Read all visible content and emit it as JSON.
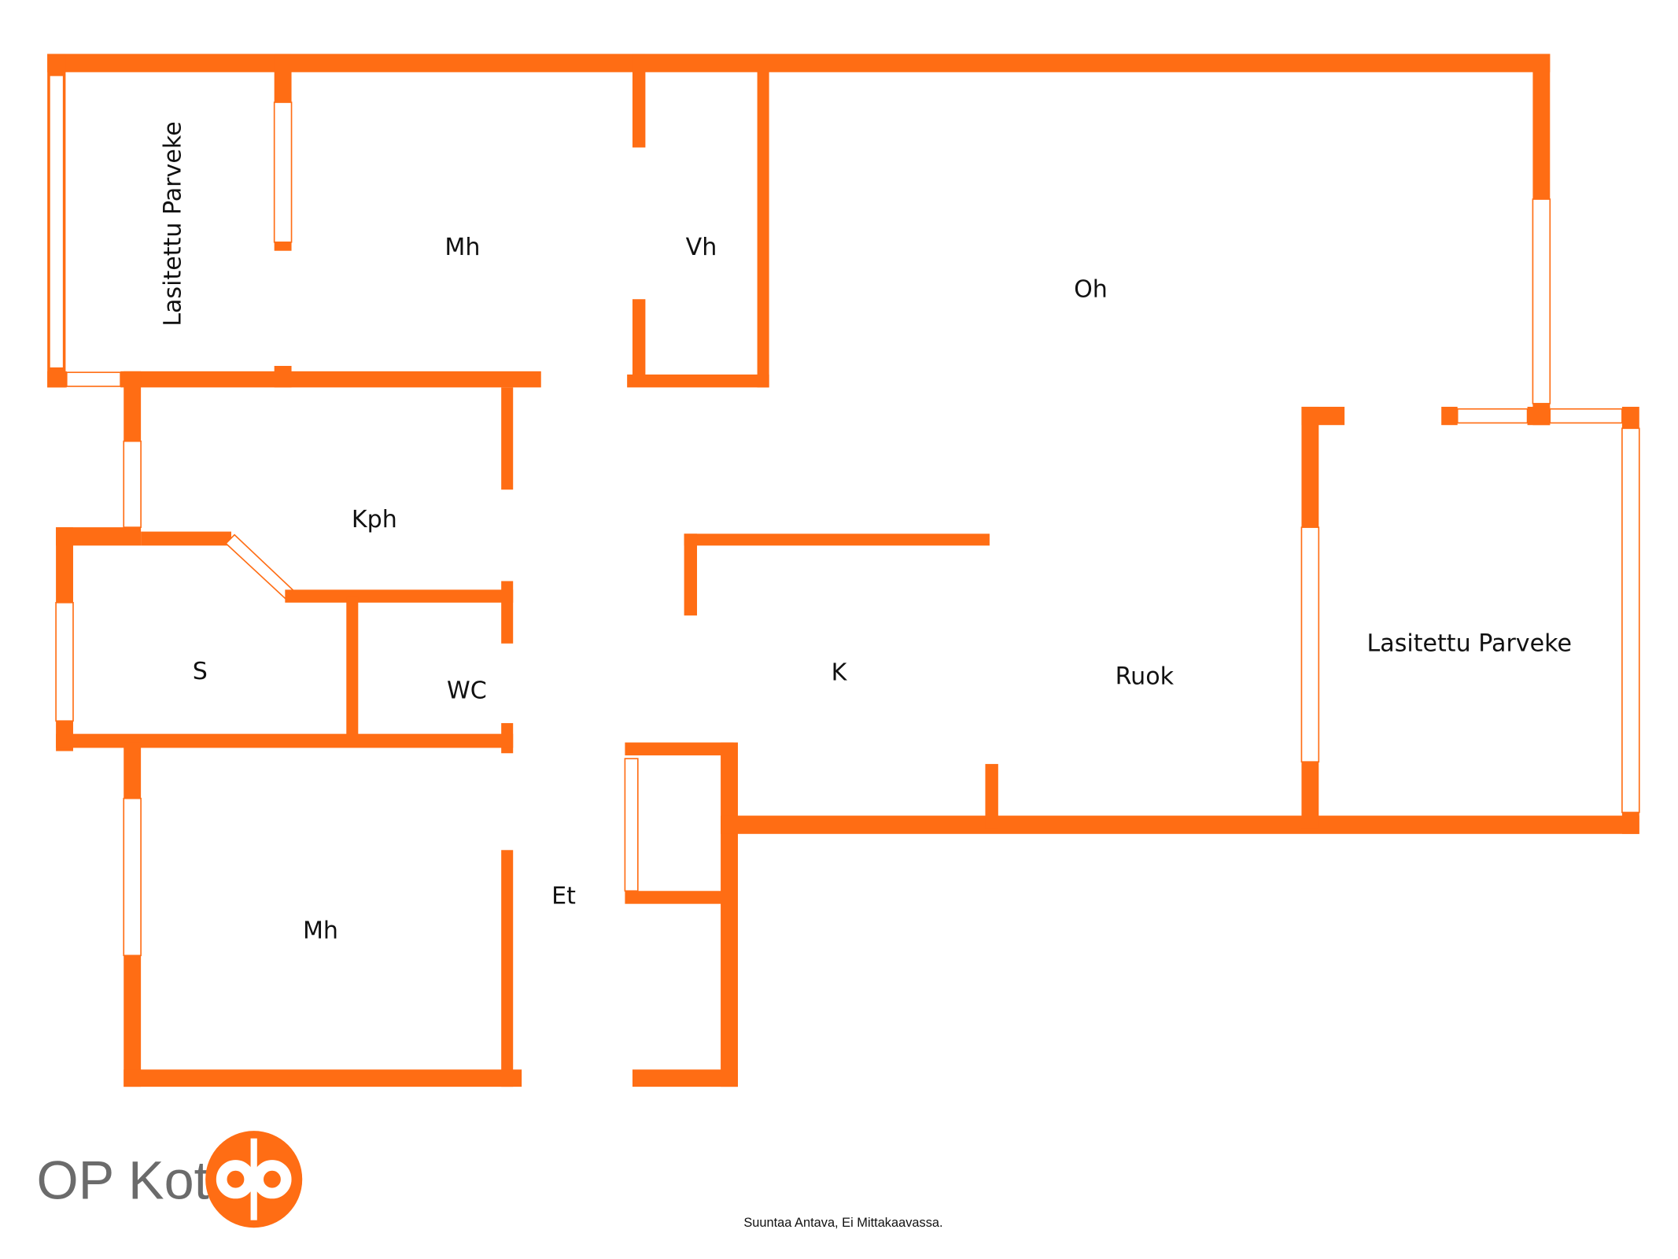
{
  "colors": {
    "wall": "#ff6d14",
    "logo_text": "#6b6b6b"
  },
  "rooms": {
    "balcony_left": "Lasitettu Parveke",
    "bedroom_top": "Mh",
    "closet": "Vh",
    "living": "Oh",
    "bathroom": "Kph",
    "sauna": "S",
    "wc": "WC",
    "kitchen": "K",
    "dining": "Ruok",
    "balcony_right": "Lasitettu Parveke",
    "hall": "Et",
    "bedroom_bottom": "Mh"
  },
  "logo": {
    "text": "OP Koti"
  },
  "footer_note": "Suuntaa Antava, Ei Mittakaavassa."
}
